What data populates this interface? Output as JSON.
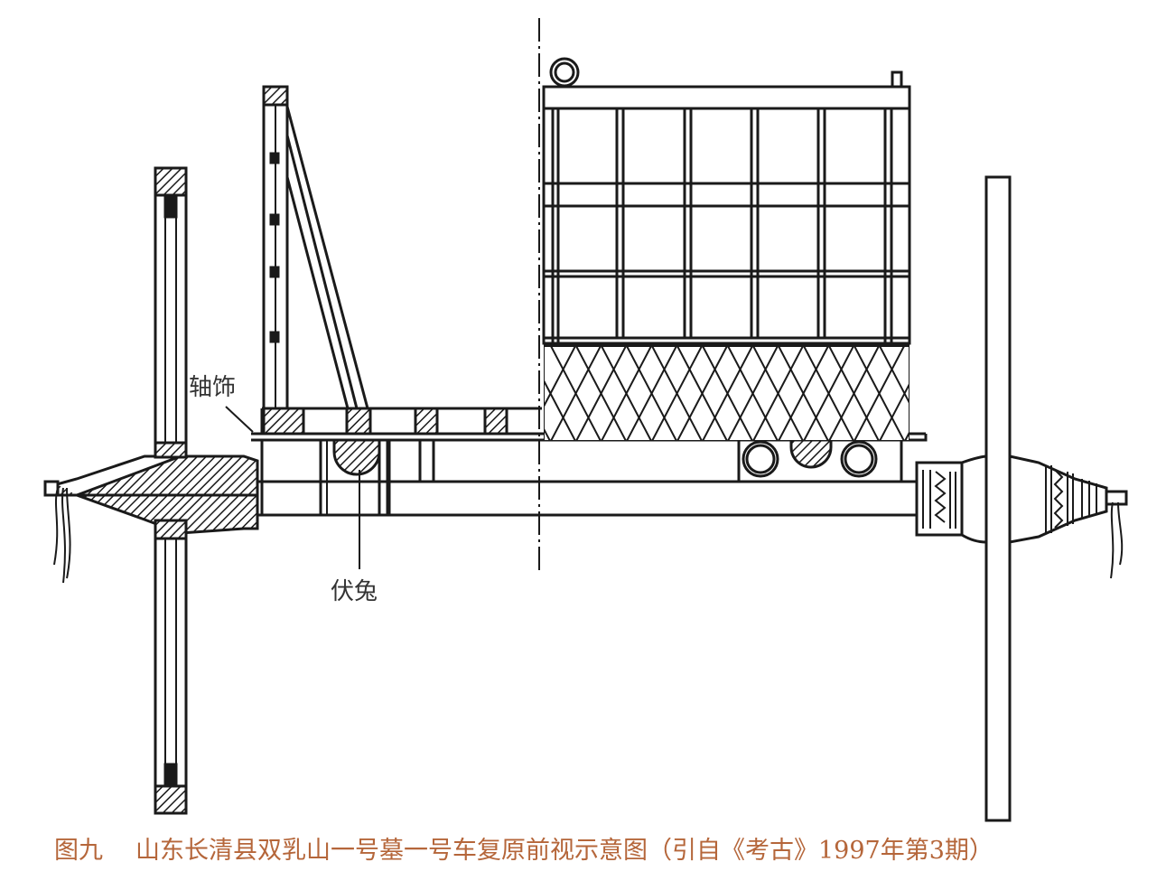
{
  "figure": {
    "labels": {
      "axle_ornament": "轴饰",
      "crouching_rabbit": "伏兔"
    },
    "caption": {
      "number": "图九",
      "text": "山东长清县双乳山一号墓一号车复原前视示意图（引自《考古》1997年第3期）",
      "color": "#b5663a"
    },
    "colors": {
      "ink": "#1a1a1a",
      "hatch": "#1a1a1a",
      "paper": "#ffffff"
    }
  }
}
